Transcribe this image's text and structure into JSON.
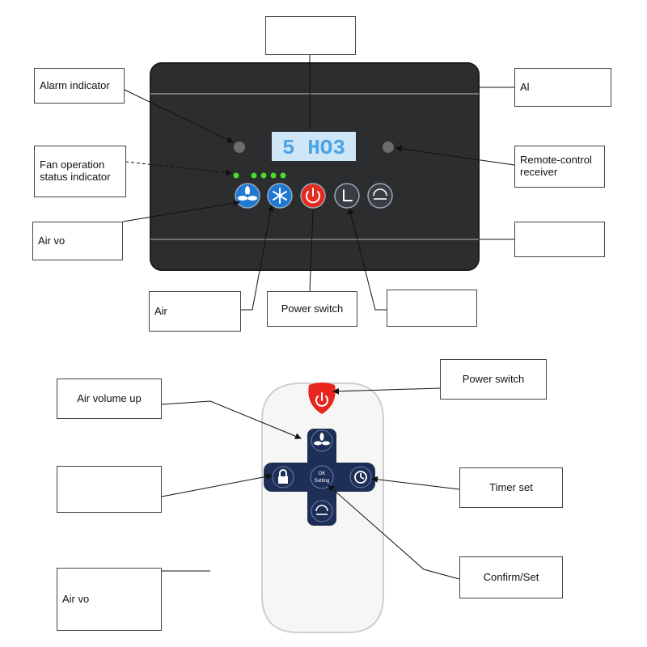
{
  "colors": {
    "panel": "#2b2d2f",
    "panel_edge": "#1c1d1f",
    "display": "#cfe6f7",
    "display_text": "#4aa3e6",
    "button_blue": "#1f78d1",
    "button_red": "#e32b1f",
    "button_gray": "#3a3d42",
    "led_green": "#4ade2b",
    "remote_body": "#f6f6f4",
    "remote_keypad": "#1d2f57",
    "power_red": "#e8261d"
  },
  "panel": {
    "display_text": "5 HO3",
    "led_count": 5
  },
  "labels": {
    "alarm_indicator": "Alarm indicator",
    "fan_status_line1": "Fan operation",
    "fan_status_line2": "status indicator",
    "air_volume_panel": "Air vo",
    "top_right": "Al",
    "remote_receiver_line1": "Remote-control",
    "remote_receiver_line2": "receiver",
    "air_bottom_left": "Air",
    "power_switch_panel": "Power switch",
    "power_switch_remote": "Power switch",
    "air_volume_up": "Air volume up",
    "timer": "Timer set",
    "confirm_set": "Confirm/Set",
    "air_volume_remote": "Air vo"
  },
  "remote": {
    "ok_line1": "OK",
    "ok_line2": "Setting"
  },
  "icons": [
    "fan-icon",
    "snowflake-icon",
    "power-icon",
    "timer-icon",
    "mode-icon",
    "lock-icon"
  ]
}
